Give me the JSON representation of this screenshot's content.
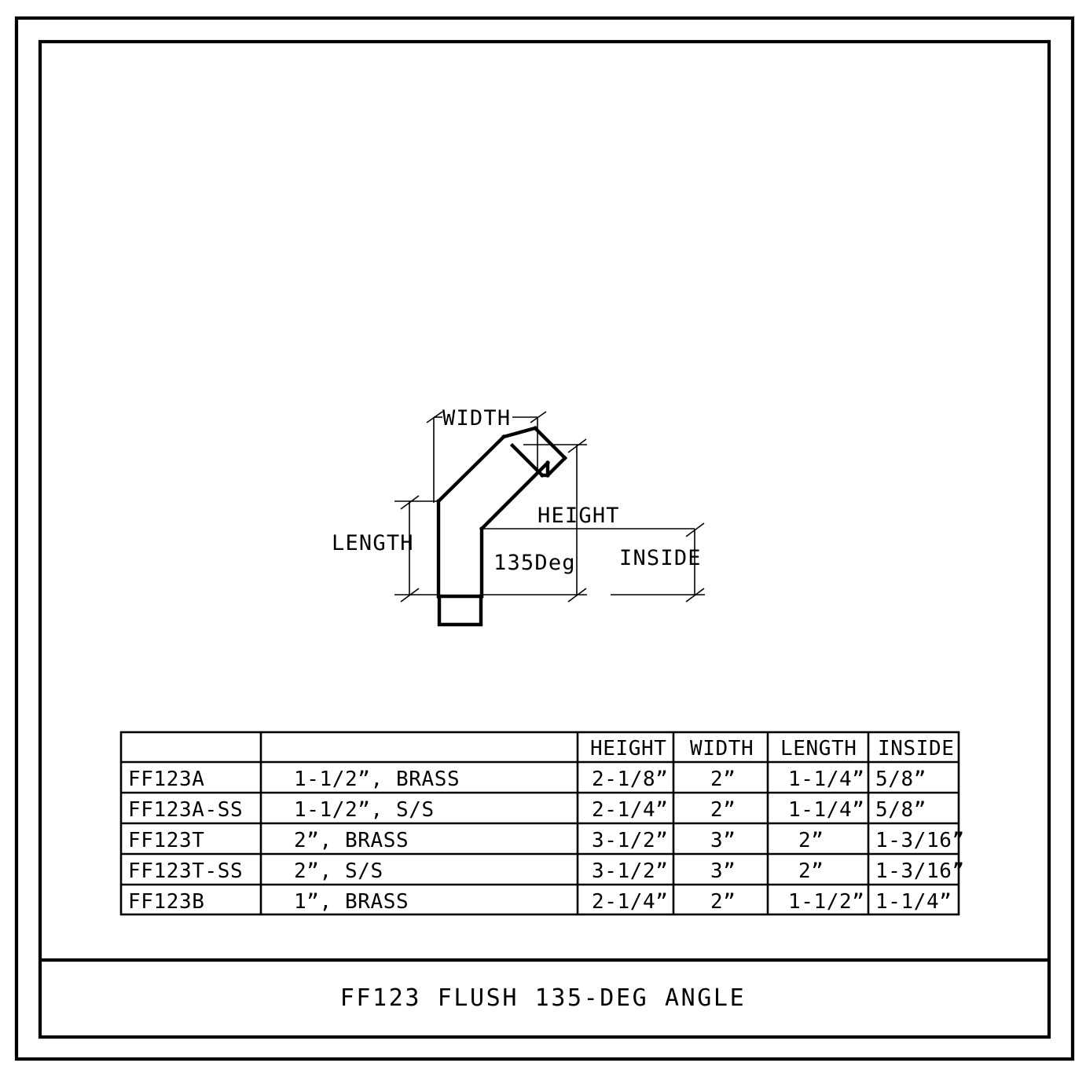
{
  "sheet": {
    "title_block": {
      "title": "FF123 FLUSH 135-DEG ANGLE"
    }
  },
  "drawing": {
    "dimension_labels": {
      "width": "WIDTH",
      "length": "LENGTH",
      "height": "HEIGHT",
      "inside": "INSIDE",
      "angle": "135Deg"
    }
  },
  "table": {
    "columns": [
      "",
      "",
      "HEIGHT",
      "WIDTH",
      "LENGTH",
      "INSIDE"
    ],
    "rows": [
      {
        "part": "FF123A",
        "description": "1-1/2”, BRASS",
        "height": "2-1/8”",
        "width": "2”",
        "length": "1-1/4”",
        "inside": "5/8”"
      },
      {
        "part": "FF123A-SS",
        "description": "1-1/2”, S/S",
        "height": "2-1/4”",
        "width": "2”",
        "length": "1-1/4”",
        "inside": "5/8”"
      },
      {
        "part": "FF123T",
        "description": "2”, BRASS",
        "height": "3-1/2”",
        "width": "3”",
        "length": "2”",
        "inside": "1-3/16”"
      },
      {
        "part": "FF123T-SS",
        "description": "2”, S/S",
        "height": "3-1/2”",
        "width": "3”",
        "length": "2”",
        "inside": "1-3/16”"
      },
      {
        "part": "FF123B",
        "description": "1”, BRASS",
        "height": "2-1/4”",
        "width": "2”",
        "length": "1-1/2”",
        "inside": "1-1/4”"
      }
    ]
  },
  "colors": {
    "line": "#000000",
    "background": "#ffffff"
  }
}
